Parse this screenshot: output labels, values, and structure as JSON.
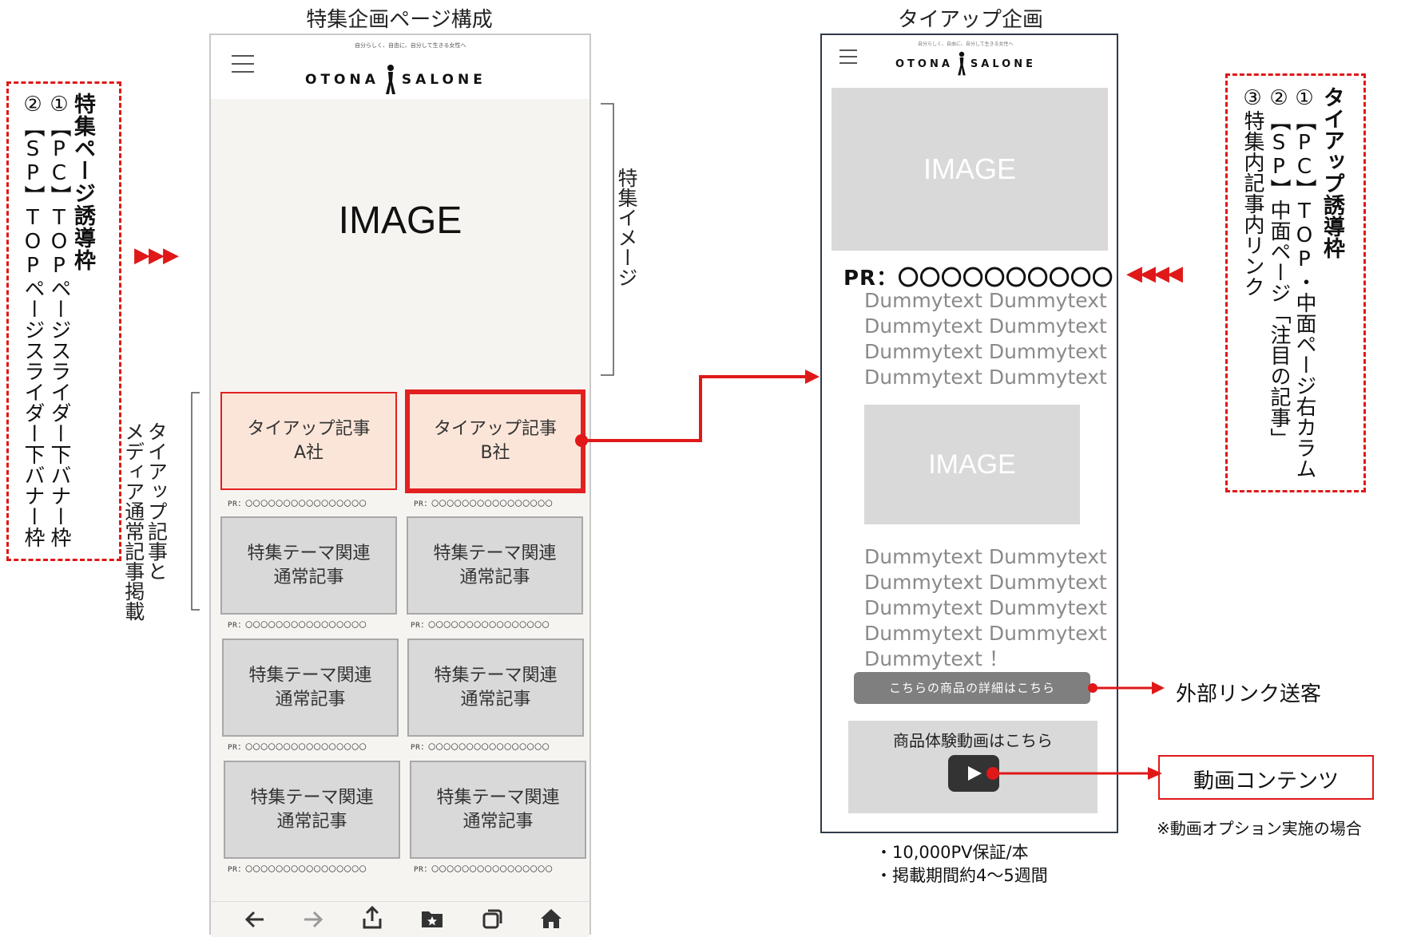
{
  "titles": {
    "left": "特集企画ページ構成",
    "right": "タイアップ企画"
  },
  "left_callout": {
    "heading": "特集ページ誘導枠",
    "line1": "①【PC】TOPページスライダー下バナー枠",
    "line2": "②【SP】TOPページスライダー下バナー枠"
  },
  "right_callout": {
    "heading": "タイアップ誘導枠",
    "line1": "①【PC】TOP・中面ページ右カラム",
    "line2": "②【SP】中面ページ「注目の記事」",
    "line3": "③特集内記事内リンク"
  },
  "arrows": {
    "left": "▶▶▶",
    "right": "◀◀◀◀"
  },
  "left_phone": {
    "logo_left": "OTONA",
    "logo_right": "SALONE",
    "tagline": "自分らしく、自由に、自分して生きる女性へ",
    "hero": "IMAGE",
    "tieup_cards": [
      "タイアップ記事\nA社",
      "タイアップ記事\nB社"
    ],
    "regular_card": "特集テーマ関連\n通常記事",
    "pr": "PR：〇〇〇〇〇〇〇〇〇〇〇〇〇〇〇〇"
  },
  "bracket_labels": {
    "feature_image": "特集イメージ",
    "tieup_media": "タイアップ記事と\nメディア通常記事掲載"
  },
  "browser_icons": [
    "back-arrow-icon",
    "forward-arrow-icon",
    "share-icon",
    "bookmarks-icon",
    "tabs-icon",
    "home-icon"
  ],
  "right_phone": {
    "logo_left": "OTONA",
    "logo_right": "SALONE",
    "tagline": "自分らしく、自由に、自分して生きる女性へ",
    "hero": "IMAGE",
    "pr_title": "PR：〇〇〇〇〇〇〇〇〇〇",
    "dummy1": [
      "Dummytext Dummytext",
      "Dummytext Dummytext",
      "Dummytext Dummytext",
      "Dummytext Dummytext"
    ],
    "image2": "IMAGE",
    "dummy2": [
      "Dummytext Dummytext",
      "Dummytext Dummytext",
      "Dummytext Dummytext",
      "Dummytext Dummytext",
      "Dummytext ！"
    ],
    "cta_button": "こちらの商品の詳細はこちら",
    "video_label": "商品体験動画はこちら"
  },
  "notes": {
    "pv": "・10,000PV保証/本",
    "period": "・掲載期間約4〜5週間",
    "external_link": "外部リンク送客",
    "video_content": "動画コンテンツ",
    "video_option": "※動画オプション実施の場合"
  },
  "colors": {
    "accent_red": "#e01818",
    "tieup_fill": "#fbe5d9",
    "gray_fill": "#d9d9d9"
  }
}
